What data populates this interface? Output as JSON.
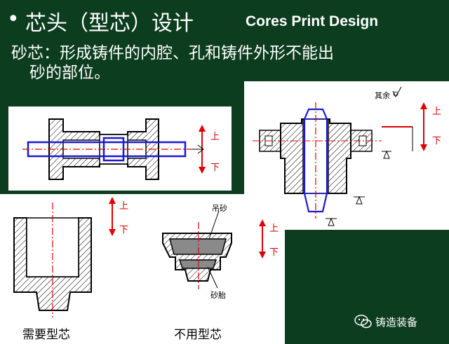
{
  "slide": {
    "bullet": "•",
    "title_zh": "芯头（型芯）设计",
    "title_en": "Cores Print Design",
    "body_line1": "砂芯：形成铸件的内腔、孔和铸件外形不能出",
    "body_line2": "砂的部位。"
  },
  "figure1": {
    "up_label": "上",
    "down_label": "下"
  },
  "figure2": {
    "finish_note": "其余",
    "up_label": "上",
    "down_label": "下"
  },
  "figure3": {
    "left_caption": "需要型芯",
    "right_caption": "不用型芯",
    "left_up": "上",
    "left_down": "下",
    "right_up": "上",
    "right_down": "下",
    "hanging_sand": "吊砂",
    "sand_tire": "砂胎"
  },
  "watermark": {
    "icon": "wechat-icon",
    "text": "铸造装备"
  },
  "colors": {
    "background": "#0c3d1f",
    "red": "#e00000",
    "blue": "#1a1ad0"
  }
}
